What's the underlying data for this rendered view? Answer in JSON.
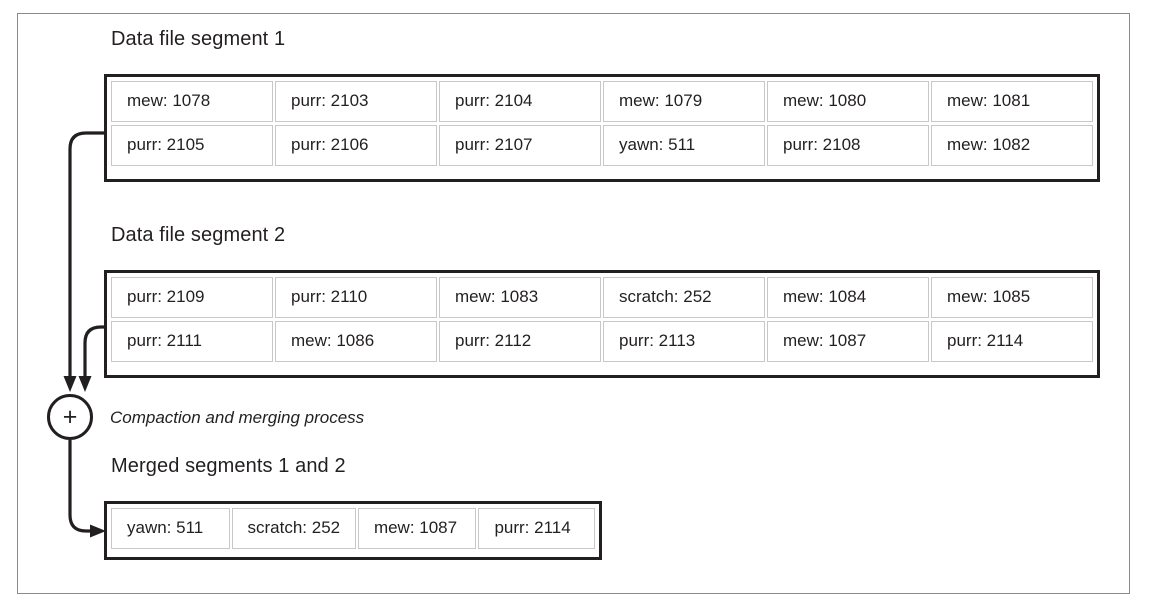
{
  "figure": {
    "title_visible": false,
    "colors": {
      "ink": "#231f20",
      "outer_frame": "#8a8a8a",
      "cell_border": "#c8c8c8",
      "background": "#ffffff"
    }
  },
  "sections": [
    {
      "id": "segment-1",
      "heading": "Data file segment 1",
      "rows": [
        [
          "mew: 1078",
          "purr: 2103",
          "purr: 2104",
          "mew: 1079",
          "mew: 1080",
          "mew: 1081"
        ],
        [
          "purr: 2105",
          "purr: 2106",
          "purr: 2107",
          "yawn: 511",
          "purr: 2108",
          "mew: 1082"
        ]
      ]
    },
    {
      "id": "segment-2",
      "heading": "Data file segment 2",
      "rows": [
        [
          "purr: 2109",
          "purr: 2110",
          "mew: 1083",
          "scratch: 252",
          "mew: 1084",
          "mew: 1085"
        ],
        [
          "purr: 2111",
          "mew: 1086",
          "purr: 2112",
          "purr: 2113",
          "mew: 1087",
          "purr: 2114"
        ]
      ]
    },
    {
      "id": "merged",
      "heading": "Merged segments 1 and 2",
      "rows": [
        [
          "yawn: 511",
          "scratch: 252",
          "mew: 1087",
          "purr: 2114"
        ]
      ]
    }
  ],
  "merge_node": {
    "symbol": "+",
    "caption": "Compaction and merging process"
  }
}
